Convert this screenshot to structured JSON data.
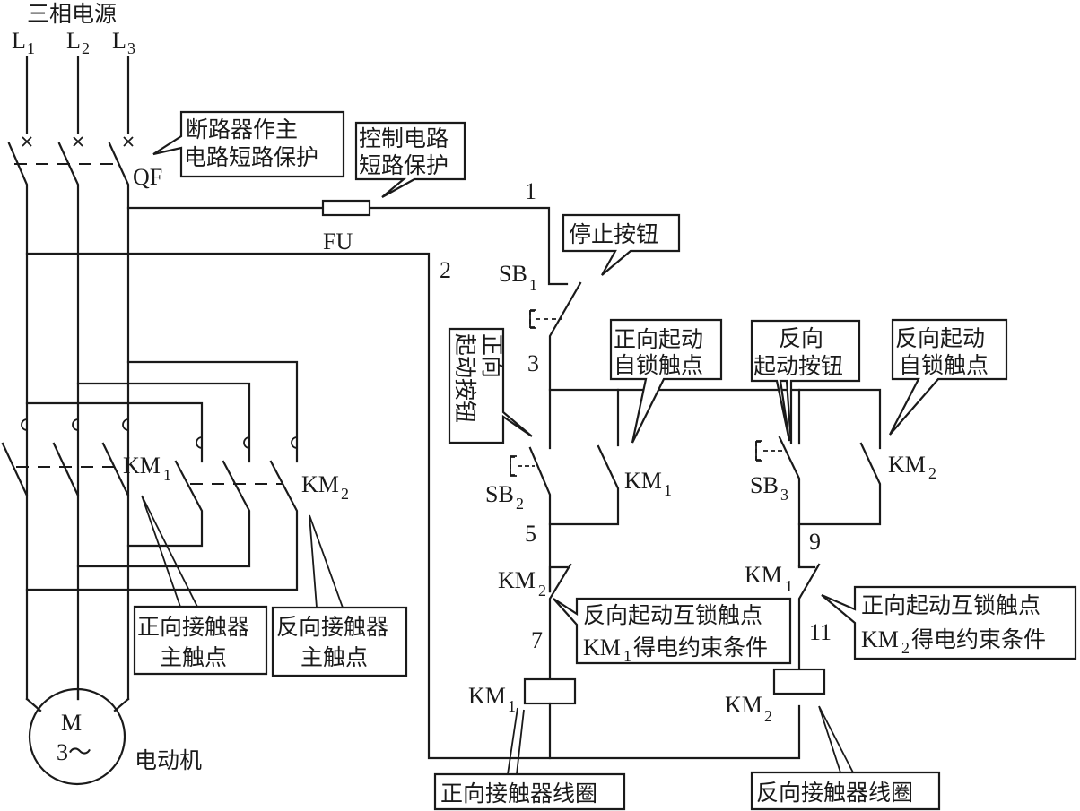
{
  "title": "三相电源",
  "phases": [
    {
      "name": "L",
      "sub": "1"
    },
    {
      "name": "L",
      "sub": "2"
    },
    {
      "name": "L",
      "sub": "3"
    }
  ],
  "components": {
    "breaker": "QF",
    "fuse": "FU",
    "stop_button": {
      "name": "SB",
      "sub": "1"
    },
    "fwd_button": {
      "name": "SB",
      "sub": "2"
    },
    "rev_button": {
      "name": "SB",
      "sub": "3"
    },
    "km1_main": {
      "name": "KM",
      "sub": "1"
    },
    "km2_main": {
      "name": "KM",
      "sub": "2"
    },
    "km1_aux": {
      "name": "KM",
      "sub": "1"
    },
    "km2_aux": {
      "name": "KM",
      "sub": "2"
    },
    "km2_interlock": {
      "name": "KM",
      "sub": "2"
    },
    "km1_interlock": {
      "name": "KM",
      "sub": "1"
    },
    "km1_coil": {
      "name": "KM",
      "sub": "1"
    },
    "km2_coil": {
      "name": "KM",
      "sub": "2"
    },
    "motor_line1": "M",
    "motor_line2": "3～",
    "motor_label": "电动机",
    "button_symbol": "E--"
  },
  "nodes": [
    "1",
    "2",
    "3",
    "5",
    "7",
    "9",
    "11"
  ],
  "callouts": {
    "breaker": [
      "断路器作主",
      "电路短路保护"
    ],
    "fuse": [
      "控制电路",
      "短路保护"
    ],
    "stop": [
      "停止按钮"
    ],
    "fwd_start": [
      "正向",
      "起动按钮"
    ],
    "fwd_selflock": [
      "正向起动",
      "自锁触点"
    ],
    "rev_start": [
      "反向",
      "起动按钮"
    ],
    "rev_selflock": [
      "反向起动",
      "自锁触点"
    ],
    "rev_interlock": [
      "反向起动互锁触点",
      "得电约束条件"
    ],
    "rev_interlock_prefix": {
      "name": "KM",
      "sub": "1"
    },
    "fwd_interlock": [
      "正向起动互锁触点",
      "得电约束条件"
    ],
    "fwd_interlock_prefix": {
      "name": "KM",
      "sub": "2"
    },
    "fwd_main": [
      "正向接触器",
      "主触点"
    ],
    "rev_main": [
      "反向接触器",
      "主触点"
    ],
    "fwd_coil": [
      "正向接触器线圈"
    ],
    "rev_coil": [
      "反向接触器线圈"
    ]
  }
}
